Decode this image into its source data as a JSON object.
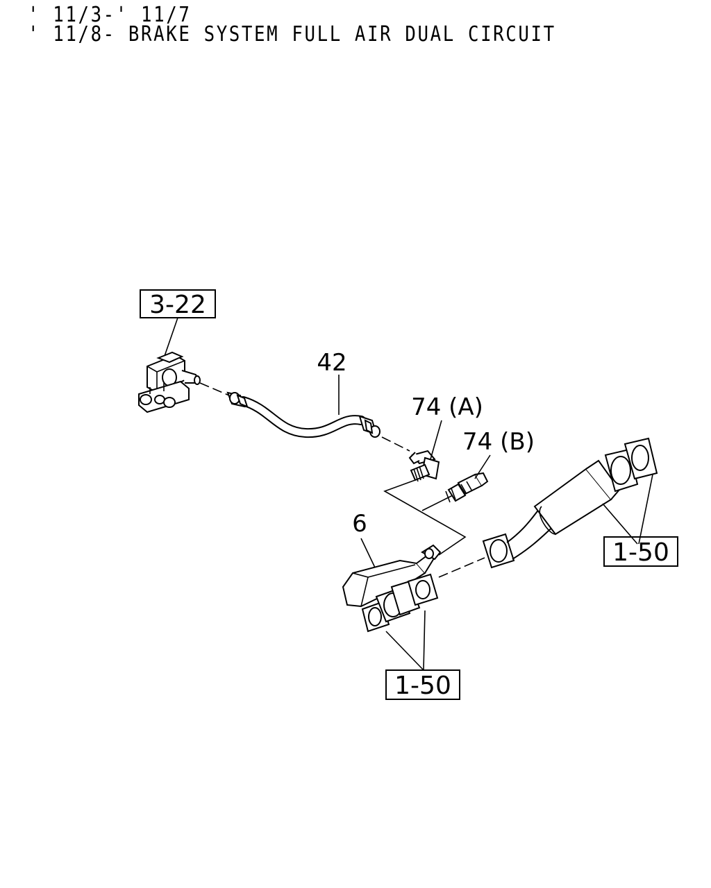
{
  "header": {
    "line1": "' 11/3-' 11/7",
    "line2": "' 11/8- BRAKE SYSTEM FULL AIR DUAL CIRCUIT"
  },
  "refs": {
    "valve_ref": "3-22",
    "exhaust_ref_right": "1-50",
    "exhaust_ref_bottom": "1-50"
  },
  "labels": {
    "hose": "42",
    "fitting_a": "74 (A)",
    "fitting_b": "74 (B)",
    "exhaust_brake": "6"
  }
}
